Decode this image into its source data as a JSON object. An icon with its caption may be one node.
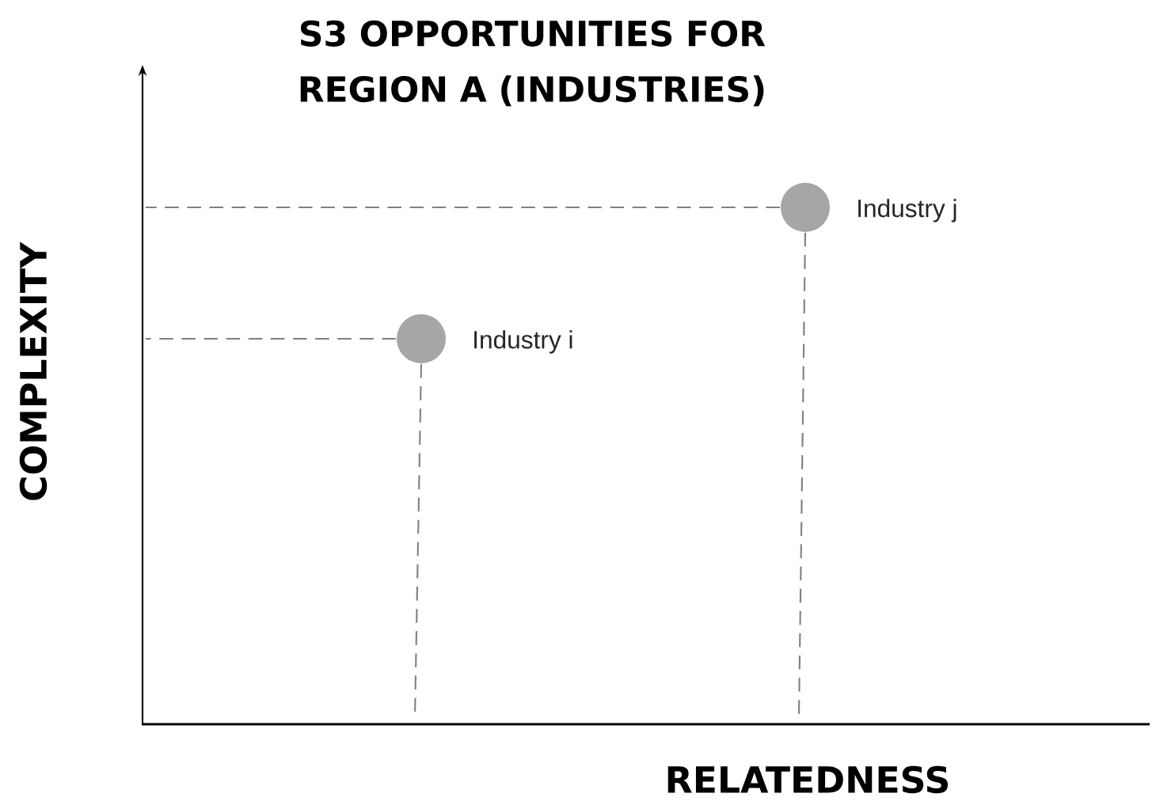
{
  "diagram": {
    "title": "S3 OPPORTUNITIES FOR REGION A (INDUSTRIES)",
    "nodes": [
      {
        "text": [],
        "shape": "circle",
        "beside": [
          "Industry i"
        ]
      },
      {
        "text": [],
        "shape": "circle",
        "beside": [
          "Industry j"
        ]
      }
    ],
    "labels": [
      "COMPLEXITY",
      "RELATEDNESS"
    ]
  }
}
